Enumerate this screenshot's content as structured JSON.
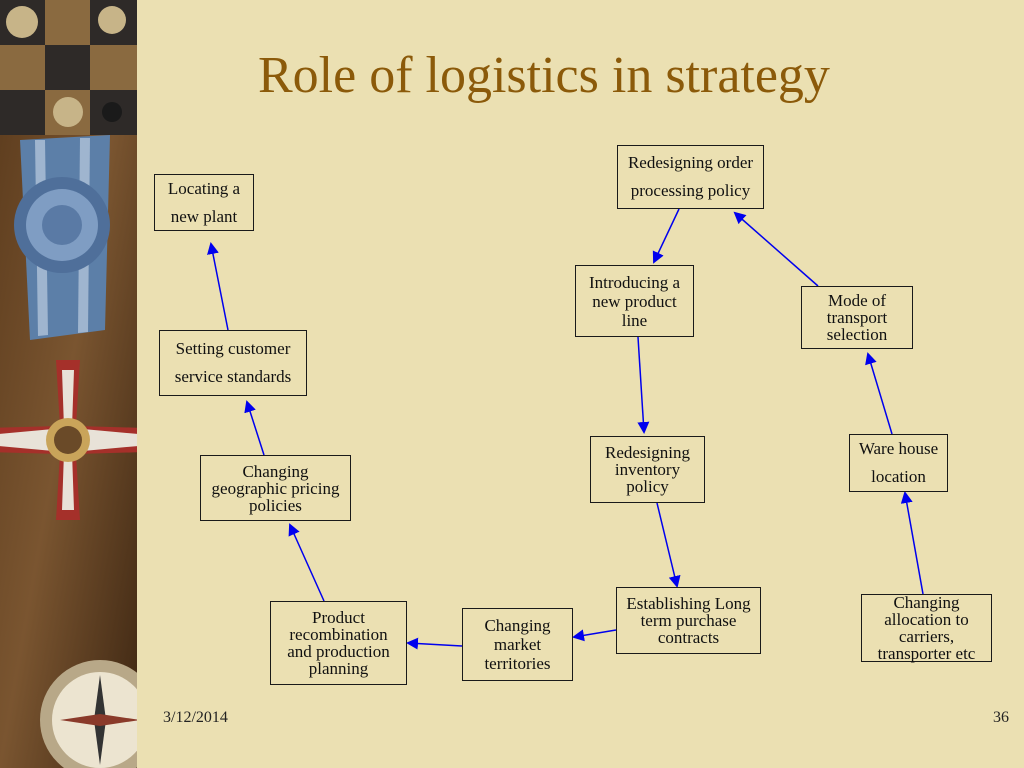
{
  "slide": {
    "title": "Role of logistics in strategy",
    "date": "3/12/2014",
    "page_number": "36"
  },
  "diagram": {
    "nodes": {
      "locating_new_plant": "Locating a\nnew plant",
      "setting_customer_service": "Setting customer\nservice standards",
      "changing_geographic_pricing": "Changing\ngeographic pricing\npolicies",
      "product_recombination": "Product\nrecombination\nand production\nplanning",
      "changing_market_territories": "Changing\nmarket\nterritories",
      "establishing_long_term": "Establishing Long\nterm purchase\ncontracts",
      "redesigning_inventory": "Redesigning\ninventory\npolicy",
      "introducing_product_line": "Introducing a\nnew product\nline",
      "redesigning_order_processing": "Redesigning order\nprocessing policy",
      "mode_of_transport": "Mode of\ntransport\nselection",
      "warehouse_location": "Ware house\nlocation",
      "changing_allocation": "Changing\nallocation to\ncarriers,\ntransporter etc"
    },
    "arrow_color": "#0000ee"
  }
}
